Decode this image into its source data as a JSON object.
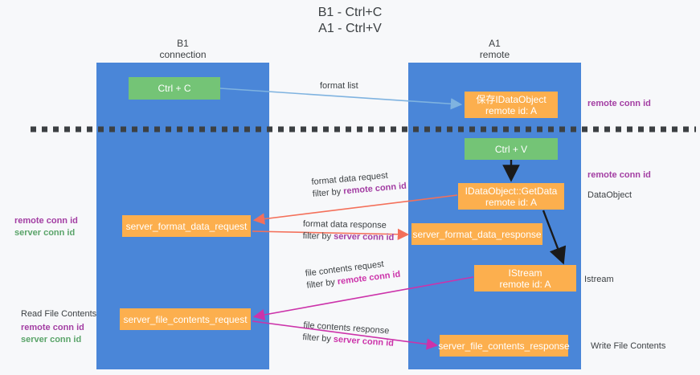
{
  "title": "B1 - Ctrl+C\nA1 - Ctrl+V",
  "lanes": [
    {
      "id": "b1",
      "heading": "B1\nconnection"
    },
    {
      "id": "a1",
      "heading": "A1\nremote"
    }
  ],
  "nodes": {
    "ctrl_c": "Ctrl + C",
    "save_idataobject": "保存IDataObject\nremote id: A",
    "ctrl_v": "Ctrl + V",
    "idataobject_getdata": "IDataObject::GetData\nremote id: A",
    "server_format_data_request": "server_format_data_request",
    "server_format_data_response": "server_format_data_response",
    "istream": "IStream\nremote id: A",
    "server_file_contents_request": "server_file_contents_request",
    "server_file_contents_response": "server_file_contents_response"
  },
  "edge_labels": {
    "format_list": "format list",
    "format_data_request": "format data request",
    "format_data_request_filter_prefix": "filter by ",
    "format_data_request_filter_key": "remote conn id",
    "format_data_response": "format data response",
    "format_data_response_filter_prefix": "filter by ",
    "format_data_response_filter_key": "server conn id",
    "file_contents_request": "file contents request",
    "file_contents_request_filter_prefix": "filter by ",
    "file_contents_request_filter_key": "remote conn id",
    "file_contents_response": "file contents response",
    "file_contents_response_filter_prefix": "filter by ",
    "file_contents_response_filter_key": "server conn id"
  },
  "annotations": {
    "remote_conn_id_top": "remote conn id",
    "remote_conn_id_mid": "remote conn id",
    "data_object": "DataObject",
    "istream": "Istream",
    "write_file_contents": "Write File Contents",
    "read_file_contents": "Read File Contents",
    "left_remote_conn_id_1": "remote conn id",
    "left_server_conn_id_1": "server conn id",
    "left_remote_conn_id_2": "remote conn id",
    "left_server_conn_id_2": "server conn id"
  },
  "colors": {
    "lane": "#4a86d8",
    "node_green": "#74c476",
    "node_orange": "#fcaf4e",
    "purple": "#a33ea3",
    "green_text": "#5aa469",
    "arrow_light_blue": "#7fb3e0",
    "arrow_red": "#f4705a",
    "arrow_magenta": "#cc33aa",
    "arrow_black": "#1a1a1a",
    "background": "#f7f8fa"
  }
}
